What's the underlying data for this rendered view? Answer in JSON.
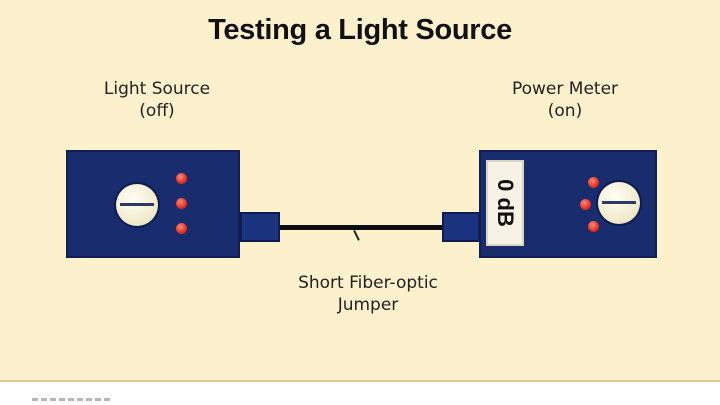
{
  "title": "Testing a Light Source",
  "light_source": {
    "name": "Light Source",
    "state": "(off)"
  },
  "power_meter": {
    "name": "Power Meter",
    "state": "(on)",
    "display": "0 dB"
  },
  "jumper": {
    "line1": "Short Fiber-optic",
    "line2": "Jumper"
  },
  "colors": {
    "background": "#fdf0cd",
    "device_body": "#182c6e",
    "led": "#e0311f",
    "cable": "#0c0c14"
  }
}
